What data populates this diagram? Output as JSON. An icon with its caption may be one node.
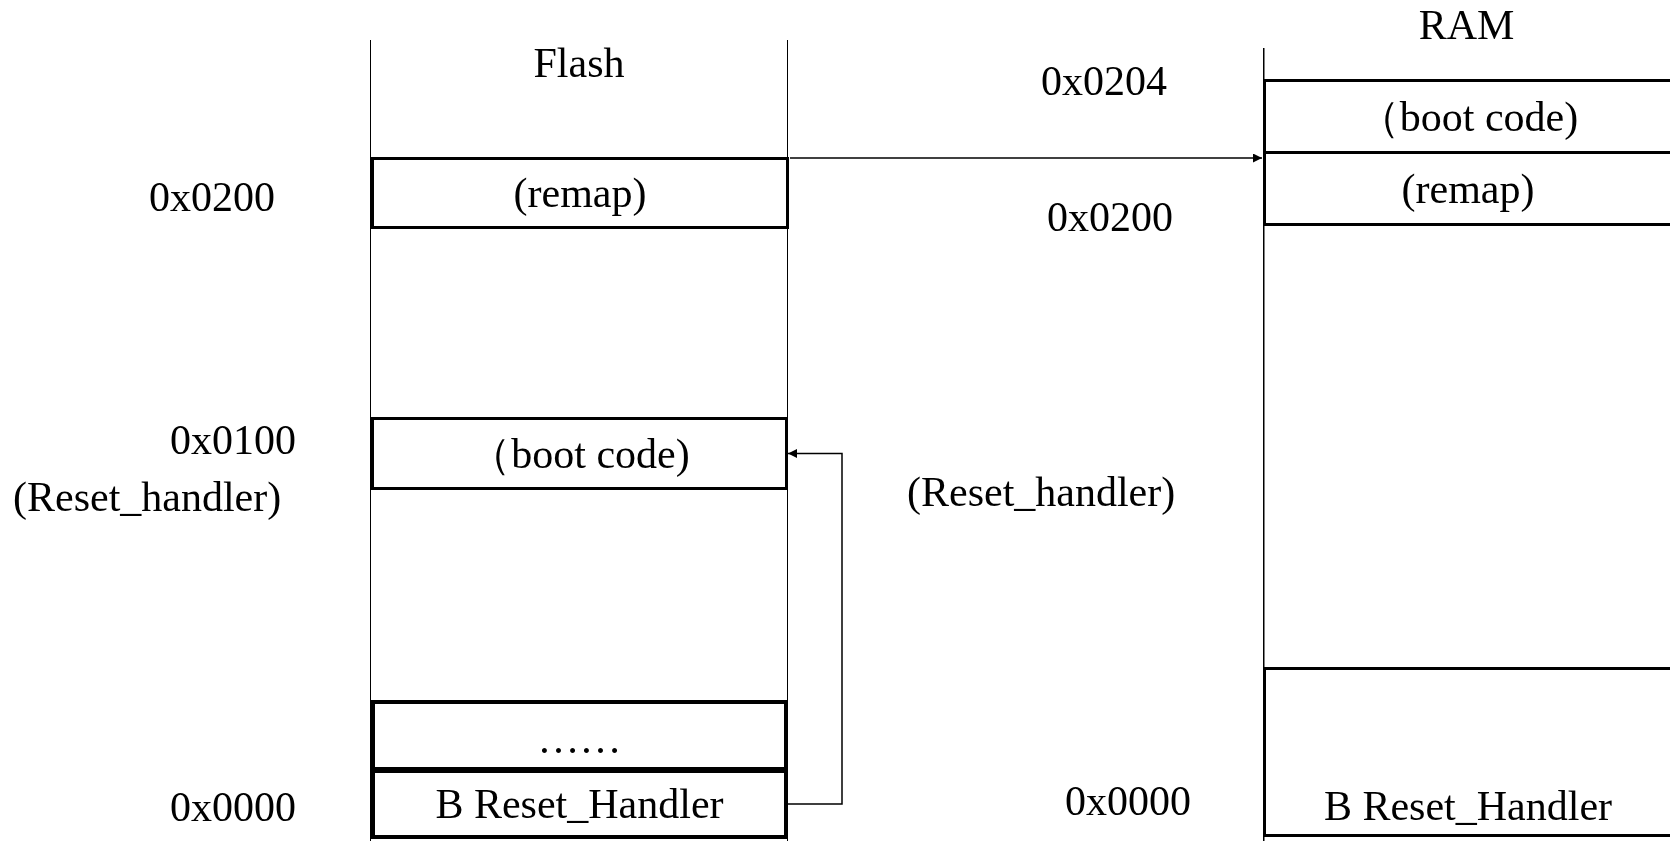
{
  "diagram": {
    "nodes": [
      {
        "text": [
          "Flash"
        ]
      },
      {
        "text": [
          "(remap)"
        ],
        "in": 0
      },
      {
        "text": [
          "（boot code)"
        ],
        "in": 0
      },
      {
        "text": [
          "……"
        ],
        "in": 0
      },
      {
        "text": [
          "B Reset_Handler"
        ],
        "in": 0
      },
      {
        "text": [
          "RAM"
        ]
      },
      {
        "text": [
          "（boot code)"
        ],
        "in": 5
      },
      {
        "text": [
          "(remap)"
        ],
        "in": 5
      },
      {
        "text": [
          "B Reset_Handler"
        ],
        "in": 5
      }
    ],
    "edges": [
      {
        "from": 0,
        "to": 5,
        "arrow": "to"
      },
      {
        "from": 4,
        "to": 2,
        "arrow": "to"
      }
    ],
    "labels": [
      "0x0204",
      "0x0200",
      "0x0200",
      "0x0100",
      "(Reset_handler)",
      "(Reset_handler)",
      "0x0000",
      "0x0000"
    ]
  }
}
